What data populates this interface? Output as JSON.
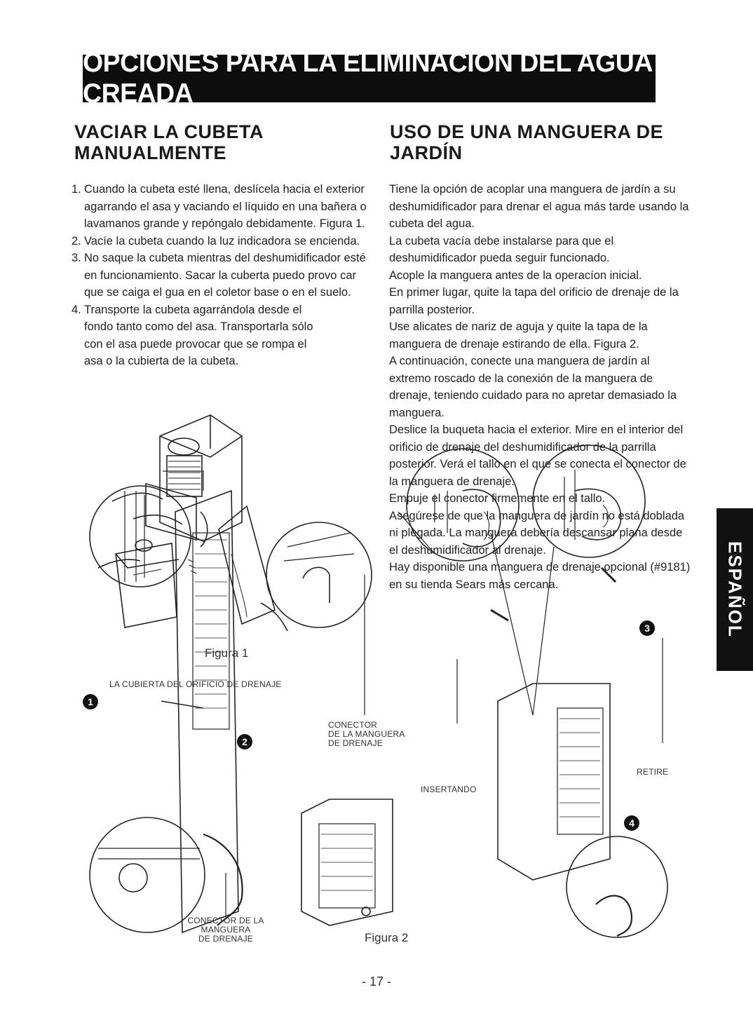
{
  "banner": {
    "title": "OPCIONES PARA LA ELIMINACÍON DEL AGUA CREADA"
  },
  "left": {
    "heading": "VACIAR LA CUBETA MANUALMENTE",
    "items": [
      {
        "num": "1.",
        "text": "Cuando la cubeta esté llena, deslícela hacia el exterior agarrando el asa y vaciando el líquido en una bañera o lavamanos grande y repóngalo debidamente. Figura 1."
      },
      {
        "num": "2.",
        "text": "Vacíe la cubeta cuando la luz indicadora se encienda."
      },
      {
        "num": "3.",
        "text": "No saque la cubeta mientras del deshumidificador esté en funcionamiento. Sacar la cuberta puedo provo car que se caiga el gua en el coletor base o en el suelo."
      },
      {
        "num": "4.",
        "text": "Transporte la cubeta agarrándola desde el fondo tanto como del asa. Transportarla sólo con el asa puede provocar que se rompa el asa o la cubierta de la cubeta."
      }
    ]
  },
  "right": {
    "heading": "USO DE UNA MANGUERA DE JARDÍN",
    "paragraphs": [
      "Tiene la opción de acoplar una manguera de jardín a su deshumidificador para drenar el agua más tarde usando la cubeta del agua.",
      "La cubeta vacía debe instalarse para que el deshumidificador pueda seguir funcionado.",
      "Acople la manguera antes de la operacíon inicial.",
      "En primer lugar, quite la tapa del orificio de drenaje de la parrilla posterior.",
      "Use alicates de nariz de aguja y quite la tapa de la manguera de drenaje estirando de ella. Figura 2.",
      "A continuación, conecte una manguera de jardín al extremo roscado de la conexión de la manguera de drenaje, teniendo cuidado para no apretar demasiado la manguera.",
      "Deslice la buqueta hacia el exterior. Mire en el interior del orificio de drenaje del deshumidificador de la parrilla posterior. Verá el tallo en el que se conecta el conector de la manguera de drenaje.",
      "Empuje el conector firmemente en el tallo.",
      "Asegúrese de que la manguera de jardín no está doblada ni plegada. La manguera debería descansar plana desde el deshumidificador al drenaje.",
      "Hay disponible una manguera de drenaje opcional (#9181) en su tienda Sears más cercana."
    ]
  },
  "side_tab": {
    "label": "ESPAÑOL"
  },
  "figure1": {
    "caption": "Figura 1"
  },
  "figure2": {
    "caption": "Figura 2",
    "label_cover": "LA CUBIERTA DEL ORIFICIO DE DRENAJE",
    "label_connector_top": [
      "CONECTOR",
      "DE LA MANGUERA",
      "DE DRENAJE"
    ],
    "label_connector_bottom": [
      "CONECTOR DE LA",
      "MANGUERA",
      "DE DRENAJE"
    ],
    "label_insert": "INSERTANDO",
    "label_remove": "RETIRE",
    "steps": [
      "1",
      "2",
      "3",
      "4"
    ]
  },
  "page_number": "- 17 -"
}
